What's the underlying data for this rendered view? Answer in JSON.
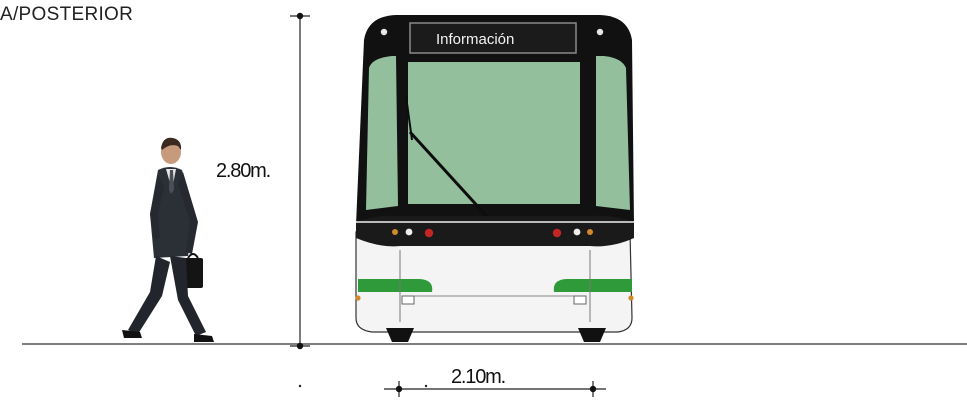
{
  "view_title": "A/POSTERIOR",
  "destination_sign": "Información",
  "dimensions": {
    "height": "2.80m.",
    "width": "2.10m."
  },
  "colors": {
    "bus_body": "#111111",
    "windshield": "#93bf9d",
    "accent_green": "#2f9a3a",
    "ground_line": "#555555"
  }
}
